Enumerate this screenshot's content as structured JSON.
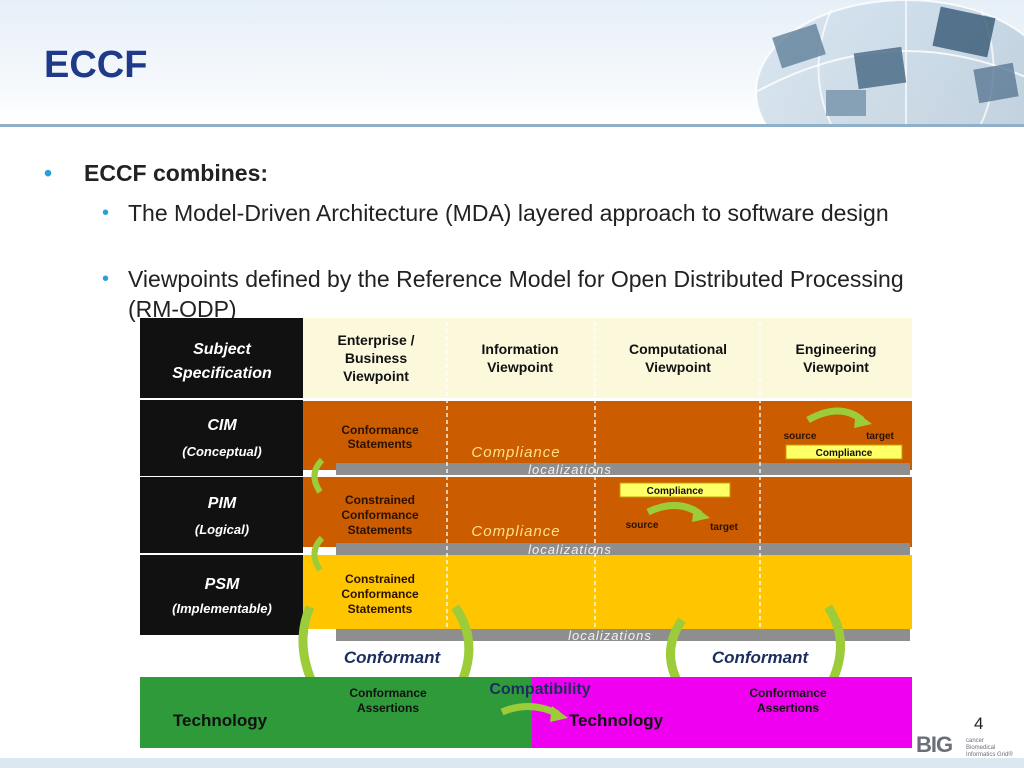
{
  "slide": {
    "title": "ECCF",
    "page_number": "4",
    "bullet_main": "ECCF combines:",
    "bullet_sub": [
      "The Model-Driven Architecture (MDA) layered approach to software design",
      "Viewpoints defined by the Reference Model for Open Distributed Processing (RM-ODP)"
    ],
    "logo_text": "BIG",
    "logo_caption": "cancer Biomedical Informatics Grid®"
  },
  "diagram": {
    "corner_header": [
      "Subject",
      "Specification"
    ],
    "viewpoints": [
      [
        "Enterprise /",
        "Business",
        "Viewpoint"
      ],
      [
        "Information",
        "Viewpoint"
      ],
      [
        "Computational",
        "Viewpoint"
      ],
      [
        "Engineering",
        "Viewpoint"
      ]
    ],
    "rows": [
      {
        "name": "CIM",
        "sub": "(Conceptual)"
      },
      {
        "name": "PIM",
        "sub": "(Logical)"
      },
      {
        "name": "PSM",
        "sub": "(Implementable)"
      }
    ],
    "cim_statements": [
      "Conformance",
      "Statements"
    ],
    "pim_statements": [
      "Constrained",
      "Conformance",
      "Statements"
    ],
    "psm_statements": [
      "Constrained",
      "Conformance",
      "Statements"
    ],
    "compliance_italic": "Compliance",
    "localizations": "localizations",
    "compliance_box": "Compliance",
    "source": "source",
    "target": "target",
    "conformant": "Conformant",
    "compatibility": "Compatibility",
    "technology": "Technology",
    "assertions": [
      "Conformance",
      "Assertions"
    ],
    "colors": {
      "black": "#111111",
      "cream": "#fbf8dc",
      "orange": "#cc5c00",
      "yellow": "#ffc600",
      "gray_bar": "#8e8e8e",
      "green": "#2f9a3a",
      "magenta": "#f000f0",
      "box_yellow": "#ffff66",
      "arrow_green": "#9dcc3a"
    }
  }
}
